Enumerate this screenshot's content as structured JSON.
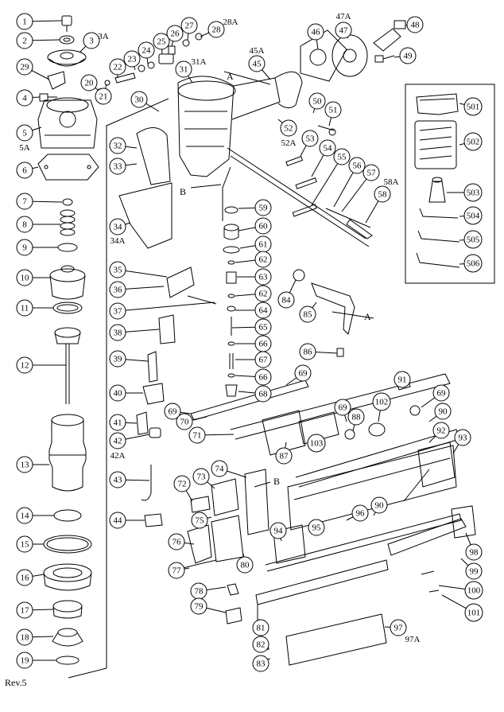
{
  "revision": "Rev.5",
  "section_labels": [
    "A",
    "B"
  ],
  "callouts": [
    {
      "num": "1"
    },
    {
      "num": "2"
    },
    {
      "num": "3",
      "suffix": "3A"
    },
    {
      "num": "4"
    },
    {
      "num": "5",
      "suffix": "5A"
    },
    {
      "num": "6"
    },
    {
      "num": "7"
    },
    {
      "num": "8"
    },
    {
      "num": "9"
    },
    {
      "num": "10"
    },
    {
      "num": "11"
    },
    {
      "num": "12"
    },
    {
      "num": "13"
    },
    {
      "num": "14"
    },
    {
      "num": "15"
    },
    {
      "num": "16"
    },
    {
      "num": "17"
    },
    {
      "num": "18"
    },
    {
      "num": "19"
    },
    {
      "num": "20"
    },
    {
      "num": "21"
    },
    {
      "num": "22"
    },
    {
      "num": "23"
    },
    {
      "num": "24"
    },
    {
      "num": "25"
    },
    {
      "num": "26"
    },
    {
      "num": "27"
    },
    {
      "num": "28",
      "suffix": "28A"
    },
    {
      "num": "29"
    },
    {
      "num": "30"
    },
    {
      "num": "31",
      "suffix": "31A"
    },
    {
      "num": "32"
    },
    {
      "num": "33"
    },
    {
      "num": "34",
      "suffix": "34A"
    },
    {
      "num": "35"
    },
    {
      "num": "36"
    },
    {
      "num": "37"
    },
    {
      "num": "38"
    },
    {
      "num": "39"
    },
    {
      "num": "40"
    },
    {
      "num": "41"
    },
    {
      "num": "42",
      "suffix": "42A"
    },
    {
      "num": "43"
    },
    {
      "num": "44"
    },
    {
      "num": "45",
      "suffix": "45A"
    },
    {
      "num": "46"
    },
    {
      "num": "47",
      "suffix": "47A"
    },
    {
      "num": "48"
    },
    {
      "num": "49"
    },
    {
      "num": "50"
    },
    {
      "num": "51"
    },
    {
      "num": "52",
      "suffix": "52A"
    },
    {
      "num": "53"
    },
    {
      "num": "54"
    },
    {
      "num": "55"
    },
    {
      "num": "56"
    },
    {
      "num": "57"
    },
    {
      "num": "58",
      "suffix": "58A"
    },
    {
      "num": "59"
    },
    {
      "num": "60"
    },
    {
      "num": "61"
    },
    {
      "num": "62"
    },
    {
      "num": "63"
    },
    {
      "num": "62"
    },
    {
      "num": "64"
    },
    {
      "num": "65"
    },
    {
      "num": "66"
    },
    {
      "num": "67"
    },
    {
      "num": "66"
    },
    {
      "num": "68"
    },
    {
      "num": "69"
    },
    {
      "num": "69"
    },
    {
      "num": "69"
    },
    {
      "num": "69"
    },
    {
      "num": "70"
    },
    {
      "num": "71"
    },
    {
      "num": "72"
    },
    {
      "num": "73"
    },
    {
      "num": "74"
    },
    {
      "num": "75"
    },
    {
      "num": "76"
    },
    {
      "num": "77"
    },
    {
      "num": "78"
    },
    {
      "num": "79"
    },
    {
      "num": "80"
    },
    {
      "num": "81"
    },
    {
      "num": "82"
    },
    {
      "num": "83"
    },
    {
      "num": "84"
    },
    {
      "num": "85"
    },
    {
      "num": "86"
    },
    {
      "num": "87"
    },
    {
      "num": "88"
    },
    {
      "num": "90"
    },
    {
      "num": "90"
    },
    {
      "num": "91"
    },
    {
      "num": "92"
    },
    {
      "num": "93"
    },
    {
      "num": "94"
    },
    {
      "num": "95"
    },
    {
      "num": "96"
    },
    {
      "num": "97",
      "suffix": "97A"
    },
    {
      "num": "98"
    },
    {
      "num": "99"
    },
    {
      "num": "100"
    },
    {
      "num": "101"
    },
    {
      "num": "102"
    },
    {
      "num": "103"
    },
    {
      "num": "501"
    },
    {
      "num": "502"
    },
    {
      "num": "503"
    },
    {
      "num": "504"
    },
    {
      "num": "505"
    },
    {
      "num": "506"
    }
  ]
}
